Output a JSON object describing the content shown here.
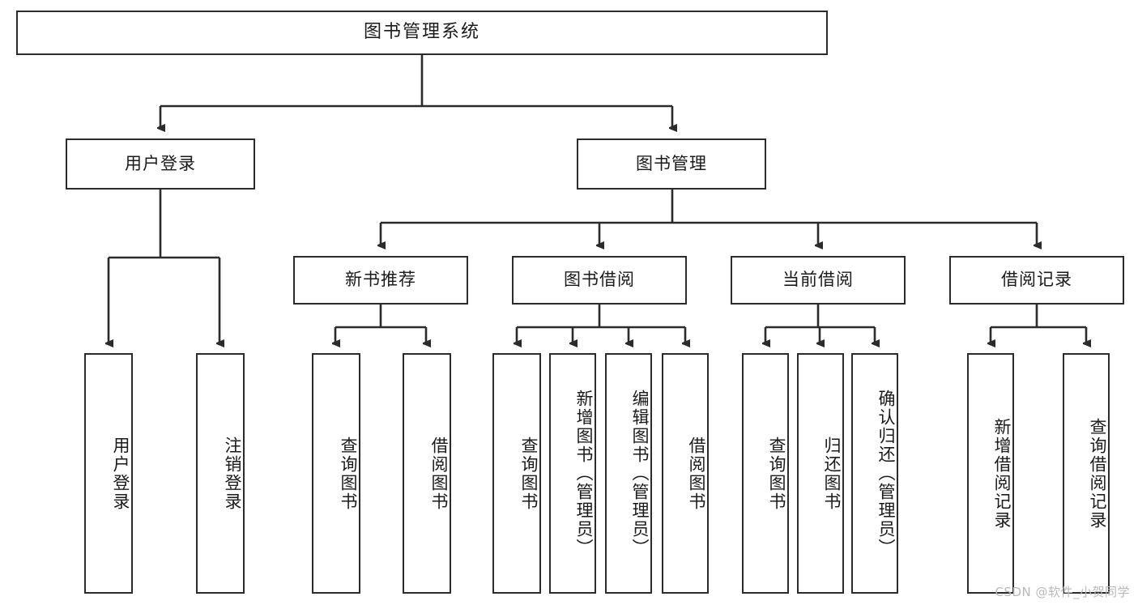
{
  "diagram": {
    "title": "图书管理系统",
    "watermark": "CSDN @软件_小贺同学",
    "colors": {
      "border": "#2b2b2b",
      "background": "#ffffff",
      "line": "#2b2b2b",
      "watermark": "#b9b9b9"
    },
    "levels": {
      "root": {
        "label": "图书管理系统"
      },
      "level2": [
        {
          "label": "用户登录"
        },
        {
          "label": "图书管理"
        }
      ],
      "level3": [
        {
          "label": "新书推荐"
        },
        {
          "label": "图书借阅"
        },
        {
          "label": "当前借阅"
        },
        {
          "label": "借阅记录"
        }
      ],
      "leaves": {
        "user_login": [
          {
            "label": "用户登录"
          },
          {
            "label": "注销登录"
          }
        ],
        "new_books": [
          {
            "label": "查询图书"
          },
          {
            "label": "借阅图书"
          }
        ],
        "book_borrow": [
          {
            "label": "查询图书"
          },
          {
            "label": "新增图书（管理员）"
          },
          {
            "label": "编辑图书（管理员）"
          },
          {
            "label": "借阅图书"
          }
        ],
        "current_borrow": [
          {
            "label": "查询图书"
          },
          {
            "label": "归还图书"
          },
          {
            "label": "确认归还（管理员）"
          }
        ],
        "borrow_records": [
          {
            "label": "新增借阅记录"
          },
          {
            "label": "查询借阅记录"
          }
        ]
      }
    }
  }
}
